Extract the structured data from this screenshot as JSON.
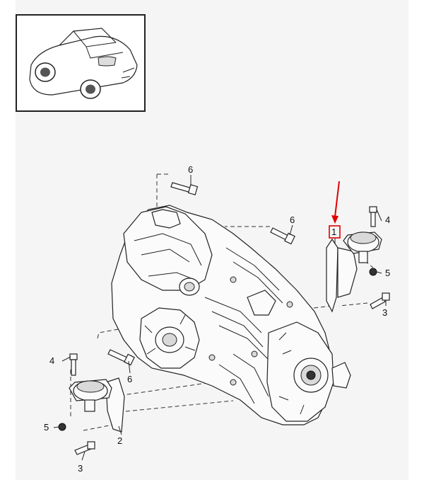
{
  "callouts": {
    "c1": "1",
    "c2": "2",
    "c3a": "3",
    "c3b": "3",
    "c4a": "4",
    "c4b": "4",
    "c5a": "5",
    "c5b": "5",
    "c6a": "6",
    "c6b": "6",
    "c6c": "6"
  },
  "colors": {
    "highlight": "#e00000",
    "background": "#f5f5f5",
    "line": "#222222"
  }
}
